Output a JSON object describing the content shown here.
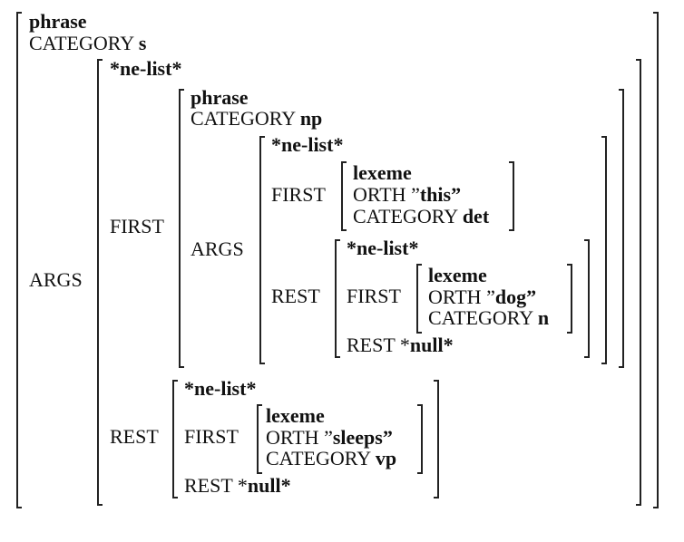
{
  "avm": {
    "type": "phrase",
    "category_label": "CATEGORY",
    "category_value": "s",
    "args_label": "ARGS",
    "args": {
      "type": "*ne-list*",
      "first_label": "FIRST",
      "first": {
        "type": "phrase",
        "category_label": "CATEGORY",
        "category_value": "np",
        "args_label": "ARGS",
        "args": {
          "type": "*ne-list*",
          "first_label": "FIRST",
          "first": {
            "type": "lexeme",
            "orth_label": "ORTH",
            "orth_open": "”",
            "orth_value": "this",
            "orth_close": "”",
            "category_label": "CATEGORY",
            "category_value": "det"
          },
          "rest_label": "REST",
          "rest": {
            "type": "*ne-list*",
            "first_label": "FIRST",
            "first": {
              "type": "lexeme",
              "orth_label": "ORTH",
              "orth_open": "”",
              "orth_value": "dog",
              "orth_close": "”",
              "category_label": "CATEGORY",
              "category_value": "n"
            },
            "rest_label": "REST",
            "rest_star": "*",
            "rest_value": "null*"
          }
        }
      },
      "rest_label": "REST",
      "rest": {
        "type": "*ne-list*",
        "first_label": "FIRST",
        "first": {
          "type": "lexeme",
          "orth_label": "ORTH",
          "orth_open": "”",
          "orth_value": "sleeps",
          "orth_close": "”",
          "category_label": "CATEGORY",
          "category_value": "vp"
        },
        "rest_label": "REST",
        "rest_star": "*",
        "rest_value": "null*"
      }
    }
  }
}
